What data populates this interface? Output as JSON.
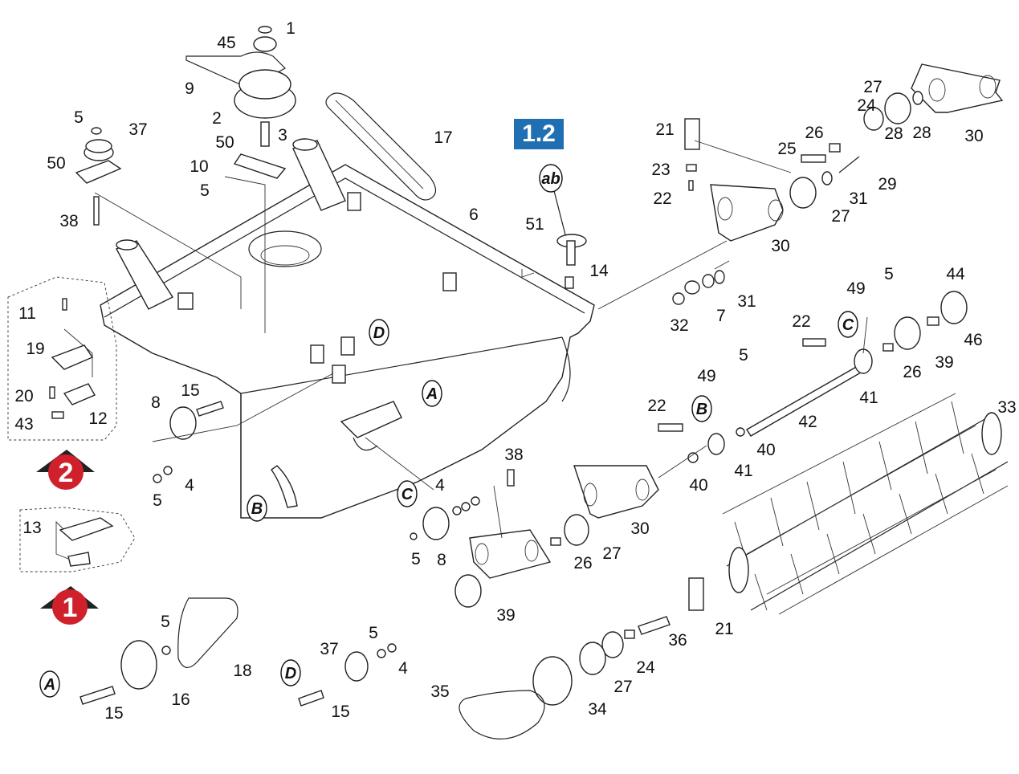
{
  "reference_badge": "1.2",
  "badge_color": "#1f6fb2",
  "assembly_marker_color": "#d0202b",
  "connector_tags": {
    "ab": "ab",
    "A": "A",
    "B": "B",
    "C": "C",
    "D": "D"
  },
  "assembly_markers": [
    {
      "id": "2",
      "label": "2"
    },
    {
      "id": "1",
      "label": "1"
    }
  ],
  "part_labels": [
    "1",
    "45",
    "9",
    "2",
    "3",
    "50",
    "10",
    "5",
    "17",
    "5",
    "37",
    "50",
    "38",
    "6",
    "1.2",
    "51",
    "14",
    "21",
    "26",
    "25",
    "23",
    "22",
    "27",
    "24",
    "28",
    "30",
    "28",
    "29",
    "31",
    "27",
    "30",
    "32",
    "7",
    "31",
    "11",
    "19",
    "20",
    "12",
    "43",
    "15",
    "8",
    "4",
    "5",
    "A",
    "D",
    "38",
    "4",
    "5",
    "8",
    "30",
    "26",
    "27",
    "39",
    "22",
    "B",
    "49",
    "5",
    "40",
    "41",
    "42",
    "40",
    "41",
    "49",
    "5",
    "22",
    "C",
    "44",
    "46",
    "39",
    "26",
    "33",
    "21",
    "36",
    "24",
    "27",
    "34",
    "35",
    "13",
    "5",
    "16",
    "18",
    "15",
    "37",
    "5",
    "4",
    "15"
  ]
}
